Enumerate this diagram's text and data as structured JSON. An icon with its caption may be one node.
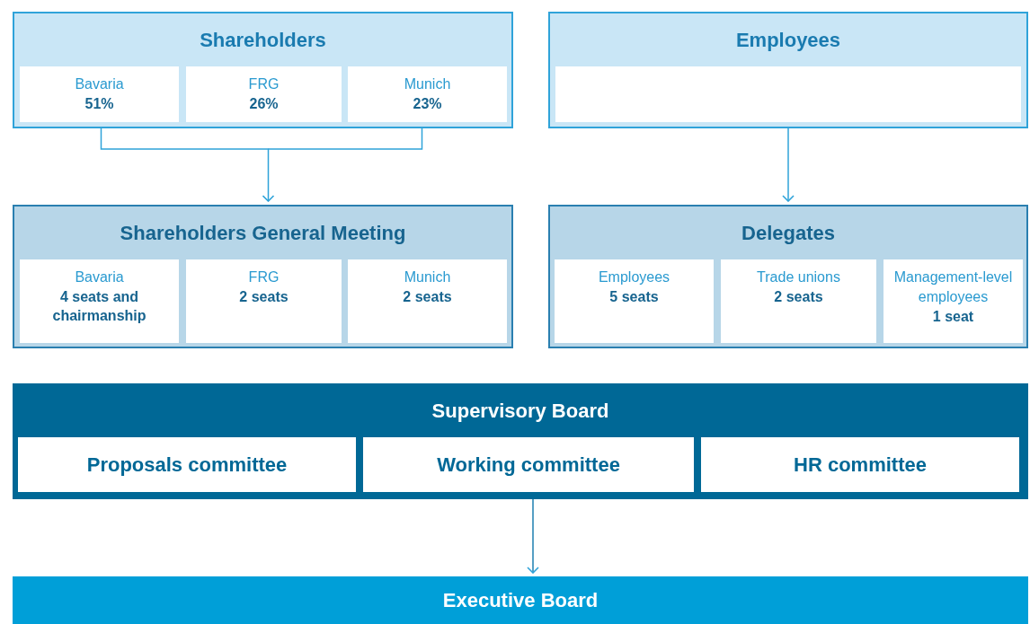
{
  "diagram": {
    "nodes": [
      {
        "text": [
          "Shareholders"
        ]
      },
      {
        "text": [
          "Bavaria",
          "51%"
        ],
        "in": 0
      },
      {
        "text": [
          "FRG",
          "26%"
        ],
        "in": 0
      },
      {
        "text": [
          "Munich",
          "23%"
        ],
        "in": 0
      },
      {
        "text": [
          "Employees"
        ]
      },
      {
        "text": [],
        "shape": "box",
        "in": 4
      },
      {
        "text": [
          "Shareholders General Meeting"
        ]
      },
      {
        "text": [
          "Bavaria",
          "4 seats and chairmanship"
        ],
        "in": 6
      },
      {
        "text": [
          "FRG",
          "2 seats"
        ],
        "in": 6
      },
      {
        "text": [
          "Munich",
          "2 seats"
        ],
        "in": 6
      },
      {
        "text": [
          "Delegates"
        ]
      },
      {
        "text": [
          "Employees",
          "5 seats"
        ],
        "in": 10
      },
      {
        "text": [
          "Trade unions",
          "2 seats"
        ],
        "in": 10
      },
      {
        "text": [
          "Management-level employees",
          "1 seat"
        ],
        "in": 10
      },
      {
        "text": [
          "Supervisory Board"
        ]
      },
      {
        "text": [
          "Proposals committee"
        ],
        "in": 14
      },
      {
        "text": [
          "Working committee"
        ],
        "in": 14
      },
      {
        "text": [
          "HR committee"
        ],
        "in": 14
      },
      {
        "text": [
          "Executive Board"
        ]
      }
    ],
    "edges": [
      {
        "from": 0,
        "to": 6,
        "arrow": "to"
      },
      {
        "from": 4,
        "to": 10,
        "arrow": "to"
      },
      {
        "from": 14,
        "to": 18,
        "arrow": "to"
      }
    ]
  }
}
